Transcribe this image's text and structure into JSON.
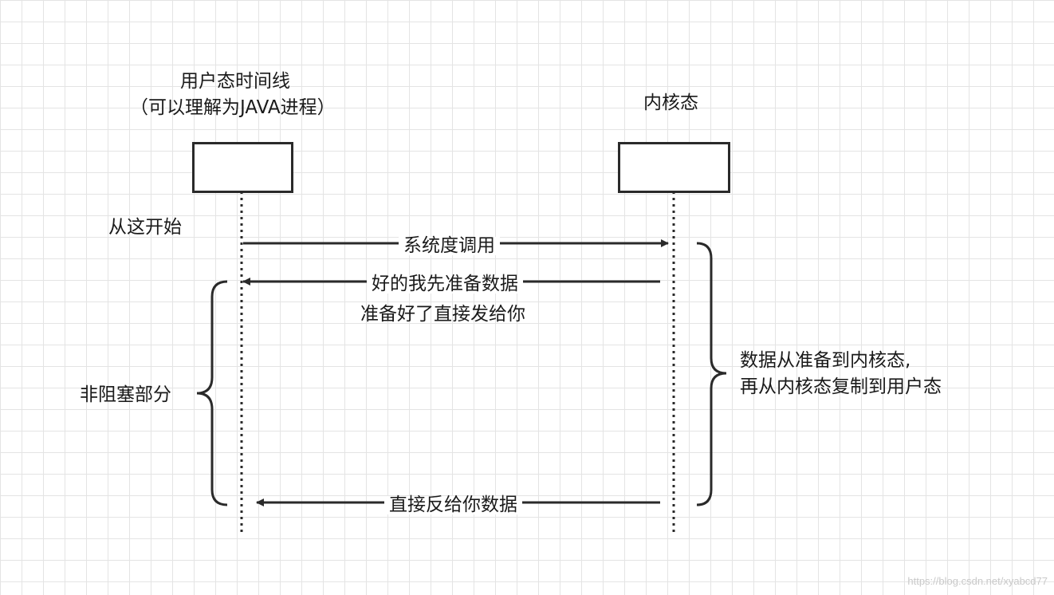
{
  "participants": {
    "user": {
      "title": "用户态时间线",
      "subtitle": "（可以理解为JAVA进程）"
    },
    "kernel": {
      "title": "内核态"
    }
  },
  "start_note": "从这开始",
  "messages": [
    {
      "label": "系统度调用",
      "direction": "user-to-kernel"
    },
    {
      "label": "好的我先准备数据",
      "direction": "kernel-to-user"
    },
    {
      "label": "直接反给你数据",
      "direction": "kernel-to-user"
    }
  ],
  "note_under_message": "准备好了直接发给你",
  "left_brace_label": "非阻塞部分",
  "right_brace_label": {
    "line1": "数据从准备到内核态,",
    "line2": "再从内核态复制到用户态"
  },
  "watermark": "https://blog.csdn.net/xyabcd77",
  "colors": {
    "stroke": "#2a2a2a",
    "grid": "#e4e4e4",
    "background": "#ffffff"
  }
}
